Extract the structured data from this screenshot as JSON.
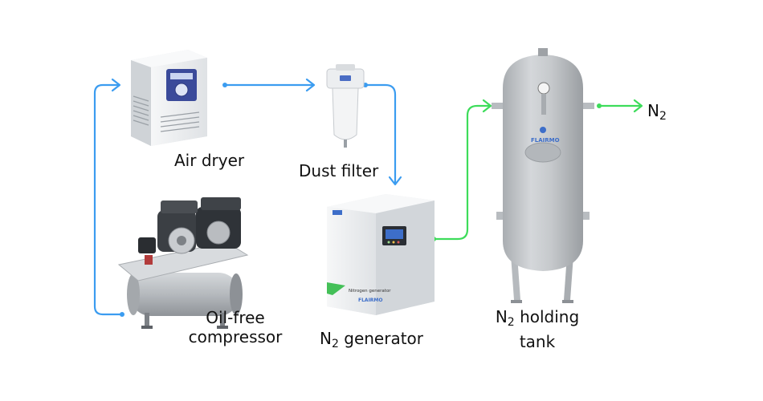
{
  "diagram": {
    "labels": {
      "air_dryer": "Air dryer",
      "dust_filter": "Dust filter",
      "oil_free_1": "Oil-free",
      "oil_free_2": "compressor",
      "n2_generator_prefix": "N",
      "n2_generator_sub": "2",
      "n2_generator_suffix": " generator",
      "tank_prefix": "N",
      "tank_sub": "2",
      "tank_suffix": " holding",
      "tank_line2": "tank",
      "output_prefix": "N",
      "output_sub": "2"
    },
    "product_marks": {
      "brand": "FLAIRMO",
      "generator_panel": "Nitrogen generator"
    },
    "colors": {
      "air_line": "#3b9cf0",
      "n2_line": "#3ddc5a",
      "equipment_light": "#eef0f2",
      "equipment_grey": "#b8bcc0",
      "tank_grey": "#c5c8cb"
    },
    "icons": [
      "air-dryer-icon",
      "dust-filter-icon",
      "compressor-icon",
      "nitrogen-generator-icon",
      "holding-tank-icon"
    ]
  }
}
